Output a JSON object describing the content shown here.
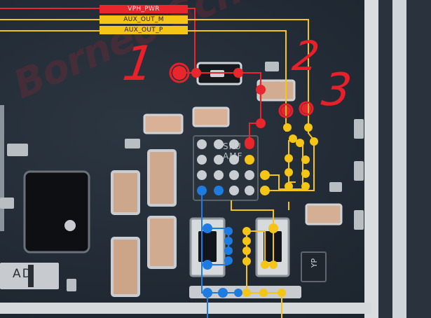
{
  "labels": {
    "vph_pwr": "VPH_PWR",
    "aux_out_m": "AUX_OUT_M",
    "aux_out_p": "AUX_OUT_P"
  },
  "markers": {
    "one": "1",
    "two": "2",
    "three": "3"
  },
  "chip_marking": "SPU\nAMF",
  "component_text": {
    "ad": "AD",
    "yp": "YP"
  },
  "watermark": "Borneo Schematics",
  "colors": {
    "vph_pwr": "#e8262b",
    "aux_out": "#f4c416",
    "ground": "#1e7be0",
    "chip_pin": "#c9ccd0",
    "board": "#222b35"
  }
}
